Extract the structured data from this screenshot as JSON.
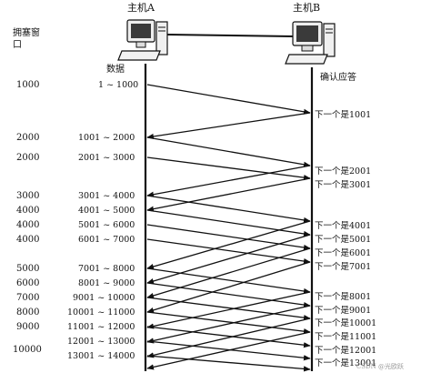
{
  "hosts": {
    "a": "主机A",
    "b": "主机B"
  },
  "headers": {
    "cwnd": "拥塞窗口",
    "data": "数据",
    "ack": "确认应答"
  },
  "windows": [
    "1000",
    "2000",
    "2000",
    "3000",
    "4000",
    "4000",
    "4000",
    "5000",
    "6000",
    "7000",
    "8000",
    "9000",
    "10000"
  ],
  "ranges": [
    "1 ~ 1000",
    "1001 ~ 2000",
    "2001 ~ 3000",
    "3001 ~ 4000",
    "4001 ~ 5000",
    "5001 ~ 6000",
    "6001 ~ 7000",
    "7001 ~ 8000",
    "8001 ~ 9000",
    "9001 ~ 10000",
    "10001 ~ 11000",
    "11001 ~ 12000",
    "12001 ~ 13000",
    "13001 ~ 14000"
  ],
  "acks": [
    "下一个是1001",
    "下一个是2001",
    "下一个是3001",
    "下一个是4001",
    "下一个是5001",
    "下一个是6001",
    "下一个是7001",
    "下一个是8001",
    "下一个是9001",
    "下一个是10001",
    "下一个是11001",
    "下一个是12001",
    "下一个是13001"
  ],
  "watermark": "CSDN @光欧跃"
}
